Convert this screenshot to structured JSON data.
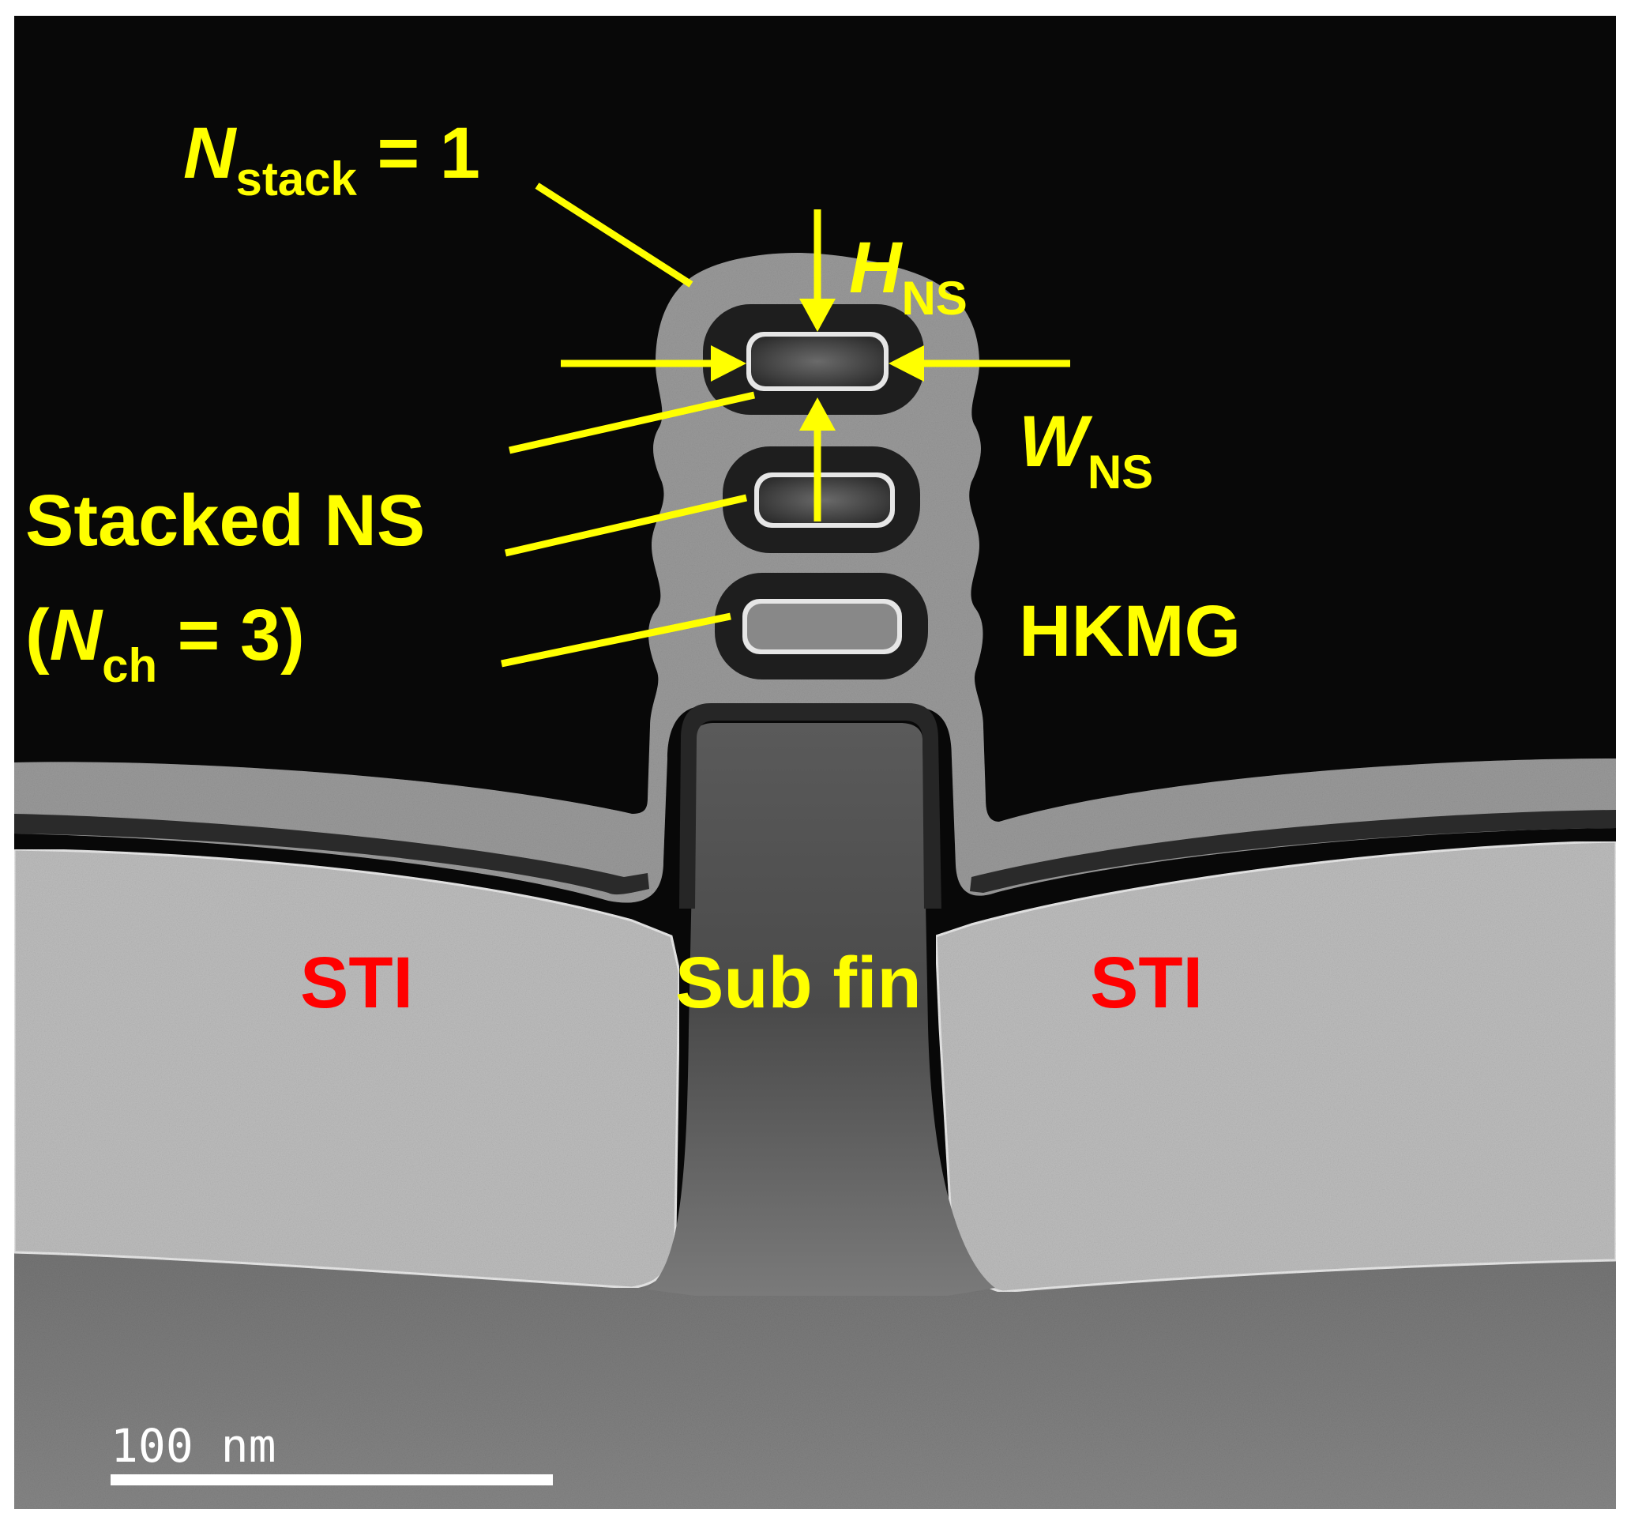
{
  "image": {
    "labels": {
      "n_stack": {
        "main": "N",
        "sub": "stack",
        "rest": " = 1"
      },
      "h_ns": {
        "main": "H",
        "sub": "NS"
      },
      "w_ns": {
        "main": "W",
        "sub": "NS"
      },
      "stacked_ns": "Stacked NS",
      "n_ch": {
        "open": "(",
        "main": "N",
        "sub": "ch",
        "rest": " = 3)"
      },
      "hkmg": "HKMG",
      "sti_left": "STI",
      "sti_right": "STI",
      "sub_fin": "Sub fin",
      "scale_bar": "100 nm"
    },
    "colors": {
      "annotation": "#ffff00",
      "sti_label": "#ff0000",
      "scale_bar": "#ffffff",
      "vacuum": "#080808",
      "sti": "#bcbcbc",
      "silicon": "#6f6f6f"
    }
  }
}
